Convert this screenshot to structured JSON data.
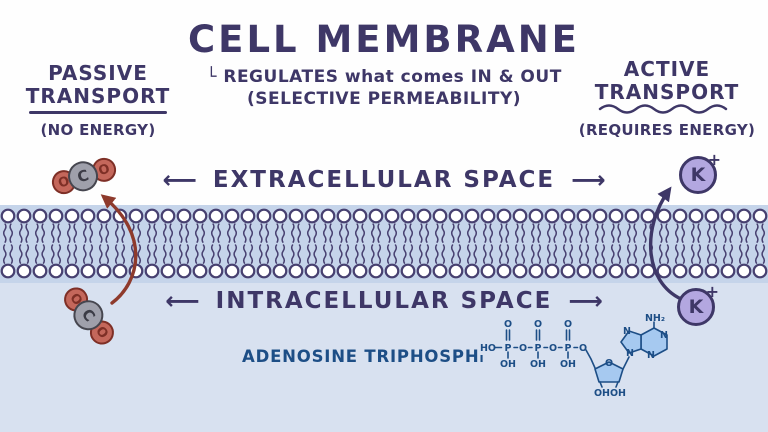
{
  "header": {
    "title": "CELL MEMBRANE",
    "subtitle_line1": "└ REGULATES what comes IN & OUT",
    "subtitle_line2": "(SELECTIVE PERMEABILITY)"
  },
  "passive_transport": {
    "line1": "PASSIVE",
    "line2": "TRANSPORT",
    "note": "(NO ENERGY)"
  },
  "active_transport": {
    "line1": "ACTIVE",
    "line2": "TRANSPORT",
    "note": "(REQUIRES ENERGY)"
  },
  "regions": {
    "extracellular": {
      "left_arrow": "⟵",
      "label": "EXTRACELLULAR SPACE",
      "right_arrow": "⟶"
    },
    "intracellular": {
      "left_arrow": "⟵",
      "label": "INTRACELLULAR SPACE",
      "right_arrow": "⟶"
    }
  },
  "molecules": {
    "co2": {
      "carbon": "C",
      "oxygen": "O"
    },
    "potassium": {
      "symbol": "K",
      "charge": "+"
    }
  },
  "atp": {
    "caption": "ADENOSINE TRIPHOSPH",
    "caption_partial": "ı",
    "labels": {
      "ho": "HO",
      "p": "P",
      "o": "O",
      "oh": "OH",
      "ring_o": "O",
      "n": "N",
      "nh2": "NH₂"
    }
  },
  "colors": {
    "ink_purple": "#3e3767",
    "membrane_band": "#c5d4ea",
    "extracellular_bg": "#fefefe",
    "intracellular_bg": "#d8e1f0",
    "lipid_outline": "#474070",
    "co2_oxygen_red": "#c4675b",
    "co2_carbon_gray": "#9fa0ab",
    "potassium_purple": "#b3a7e0",
    "passive_arrow_red": "#8e3a2c",
    "atp_ink": "#1d4e86",
    "atp_ring_fill": "#a6c9f0"
  }
}
